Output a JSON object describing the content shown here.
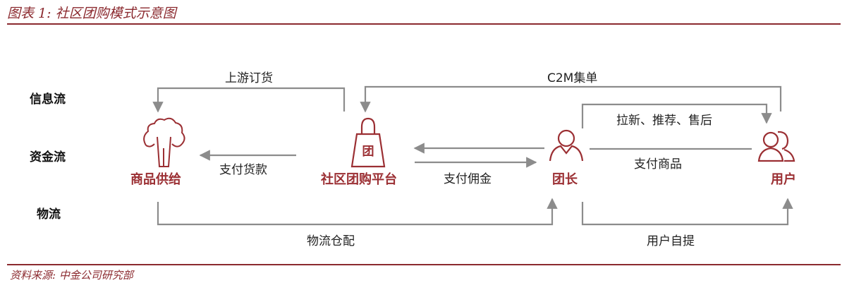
{
  "title": "图表 1:  社区团购模式示意图",
  "source": "资料来源:  中金公司研究部",
  "rows": {
    "info": "信息流",
    "money": "资金流",
    "logistics": "物流"
  },
  "nodes": {
    "supply": "商品供给",
    "platform": "社区团购平台",
    "platform_icon_char": "团",
    "leader": "团长",
    "user": "用户"
  },
  "edges": {
    "upstream_order": "上游订货",
    "c2m": "C2M集单",
    "pull_new": "拉新、推荐、售后",
    "pay_goods_fee": "支付货款",
    "pay_commission": "支付佣金",
    "pay_product": "支付商品",
    "warehouse": "物流仓配",
    "self_pickup": "用户自提"
  },
  "colors": {
    "accent": "#9b2f33",
    "line": "#8c8c8c"
  }
}
